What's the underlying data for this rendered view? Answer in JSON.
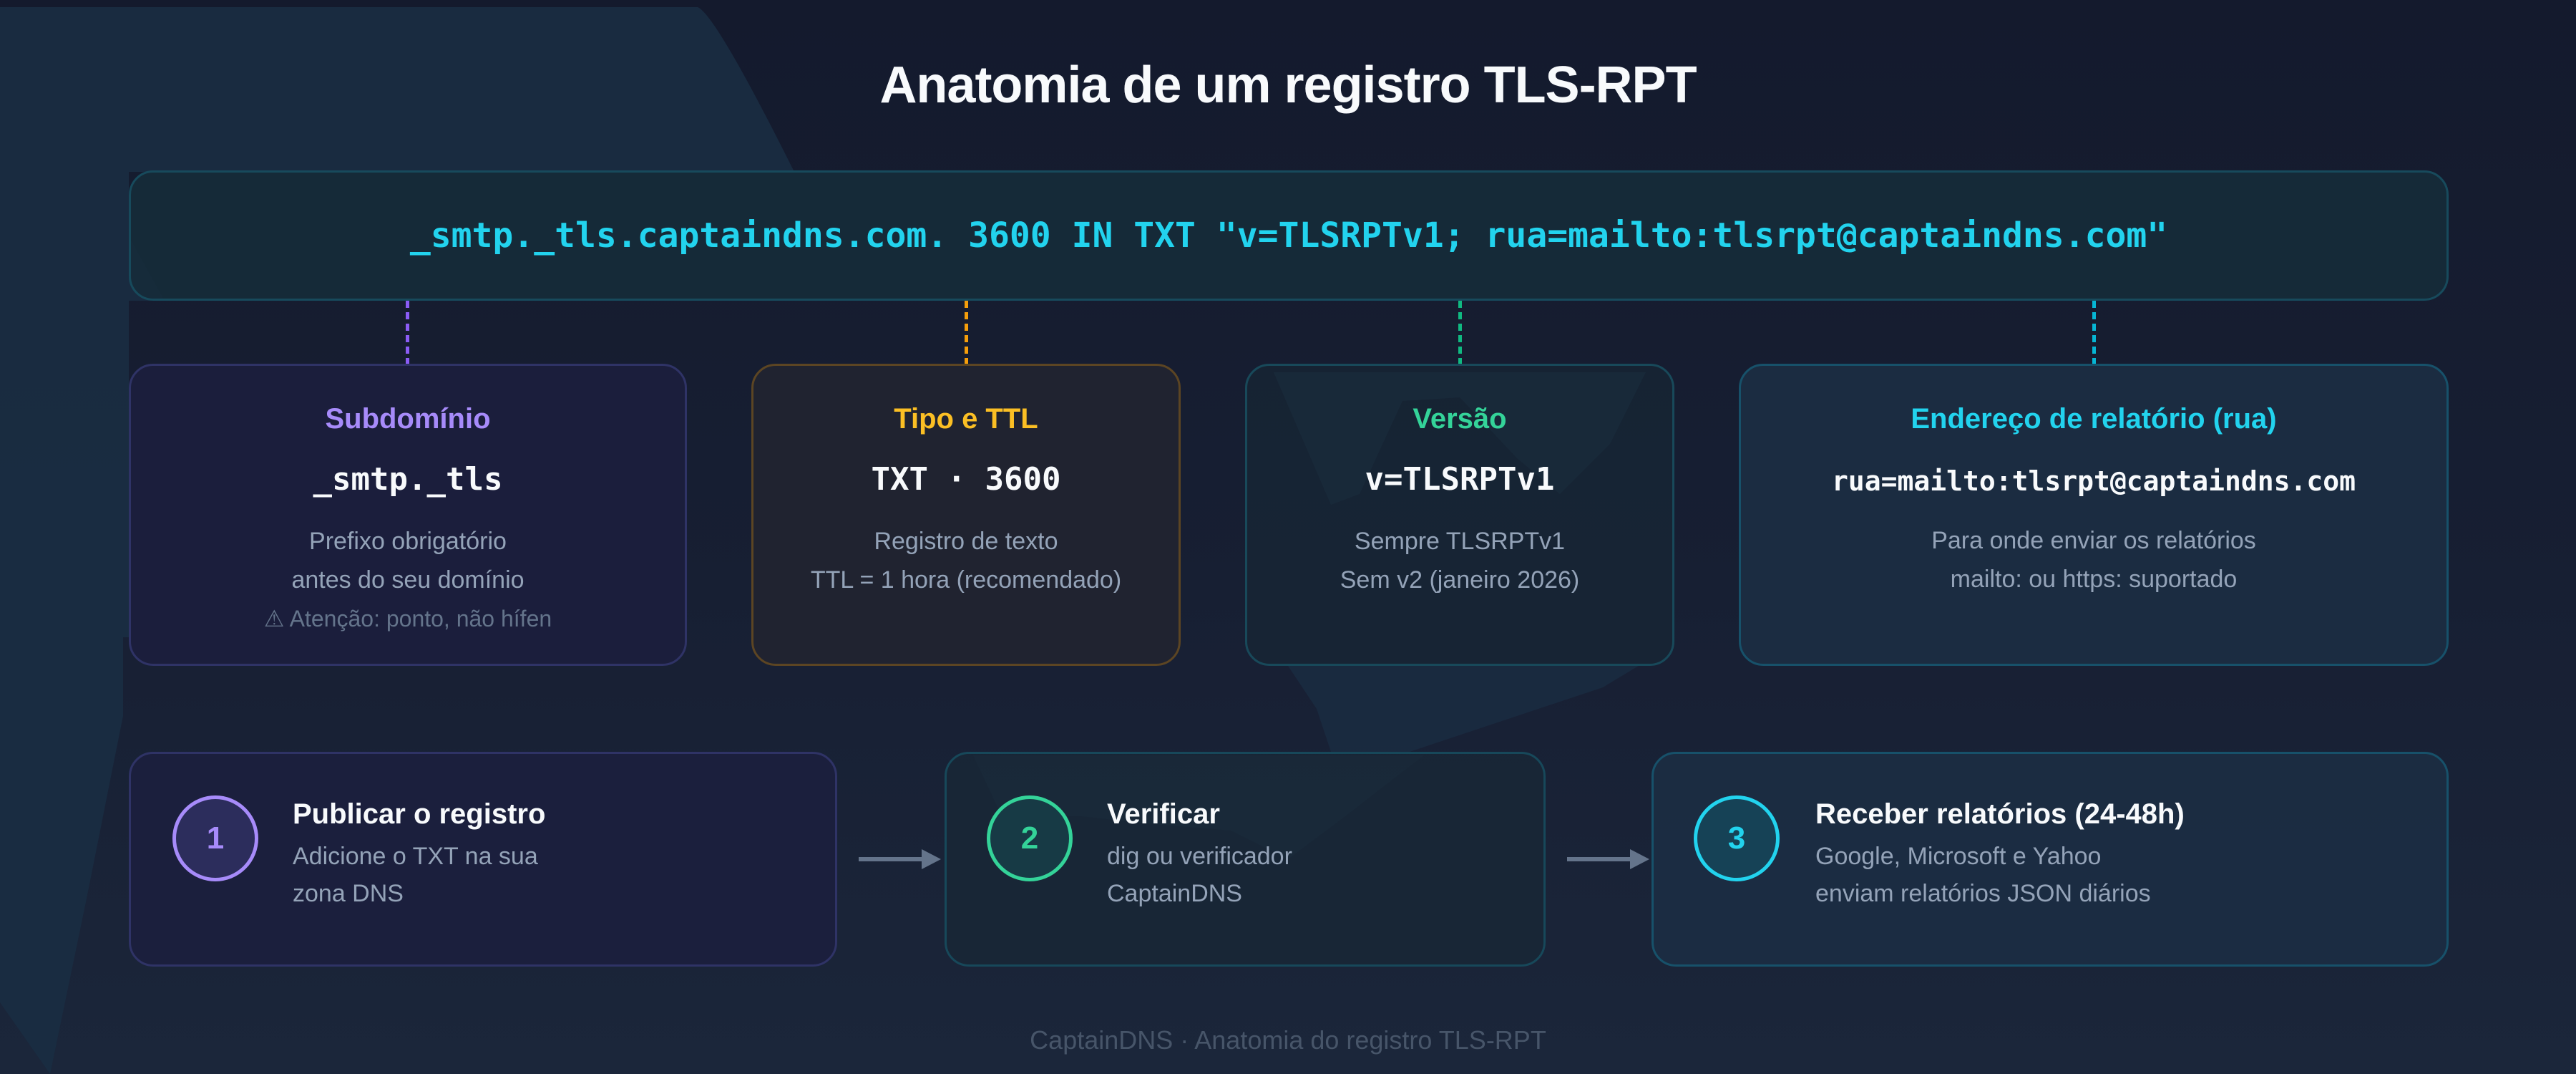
{
  "title": "Anatomia de um registro TLS-RPT",
  "record": {
    "text": "_smtp._tls.captaindns.com. 3600 IN TXT \"v=TLSRPTv1; rua=mailto:tlsrpt@captaindns.com\"",
    "color": "#22d3ee"
  },
  "cards": [
    {
      "label": "Subdomínio",
      "value": "_smtp._tls",
      "desc_line1": "Prefixo obrigatório",
      "desc_line2": "antes do seu domínio",
      "warning_icon": "warning-triangle-icon",
      "warning": "⚠ Atenção: ponto, não hífen",
      "accent": "#a78bfa"
    },
    {
      "label": "Tipo e TTL",
      "value": "TXT · 3600",
      "desc_line1": "Registro de texto",
      "desc_line2": "TTL = 1 hora (recomendado)",
      "accent": "#fbbf24"
    },
    {
      "label": "Versão",
      "value": "v=TLSRPTv1",
      "desc_line1": "Sempre TLSRPTv1",
      "desc_line2": "Sem v2 (janeiro 2026)",
      "accent": "#34d399"
    },
    {
      "label": "Endereço de relatório (rua)",
      "value": "rua=mailto:tlsrpt@captaindns.com",
      "desc_line1": "Para onde enviar os relatórios",
      "desc_line2": "mailto: ou https: suportado",
      "accent": "#22d3ee"
    }
  ],
  "steps": [
    {
      "number": "1",
      "title": "Publicar o registro",
      "desc_line1": "Adicione o TXT na sua",
      "desc_line2": "zona DNS",
      "accent": "#a78bfa"
    },
    {
      "number": "2",
      "title": "Verificar",
      "desc_line1": "dig ou verificador",
      "desc_line2": "CaptainDNS",
      "accent": "#34d399"
    },
    {
      "number": "3",
      "title": "Receber relatórios (24-48h)",
      "desc_line1": "Google, Microsoft e Yahoo",
      "desc_line2": "enviam relatórios JSON diários",
      "accent": "#22d3ee"
    }
  ],
  "arrows": [
    "arrow-right-icon",
    "arrow-right-icon"
  ],
  "footer": "CaptainDNS · Anatomia do registro TLS-RPT"
}
